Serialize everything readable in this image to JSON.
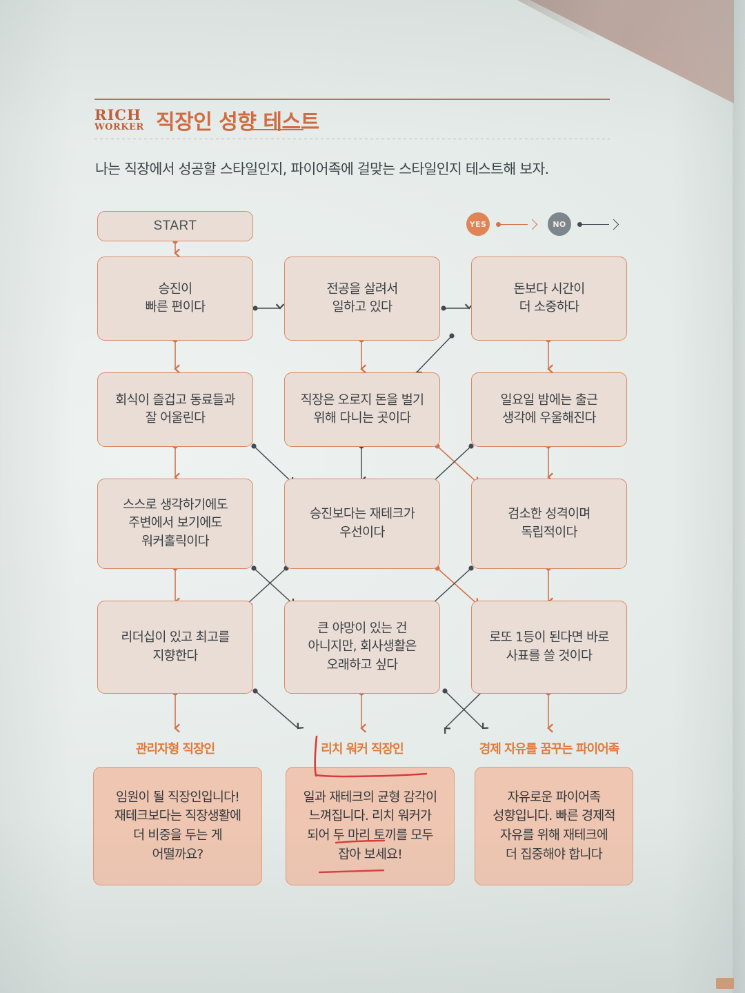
{
  "page": {
    "background_color": "#e6ecea",
    "accent_color": "#d06a3e",
    "node_fill": "#eaddd6",
    "node_border": "#d98a68",
    "result_fill": "#efc6b1",
    "yes_color": "#d4724c",
    "no_color": "#434b50",
    "ink_color": "#d83a3a"
  },
  "header": {
    "brand_line1": "RICH",
    "brand_line2": "WORKER",
    "title": "직장인 성향 테스트",
    "subtitle": "나는 직장에서 성공할 스타일인지, 파이어족에 걸맞는 스타일인지 테스트해 보자."
  },
  "legend": {
    "yes": {
      "badge": "YES",
      "meaning": "예 (orange arrow)"
    },
    "no": {
      "badge": "NO",
      "meaning": "아니오 (dark arrow)"
    }
  },
  "flow": {
    "start": {
      "label": "START"
    },
    "rows": [
      {
        "row": 1,
        "nodes": [
          {
            "id": "q1",
            "text": "승진이\n빠른 편이다",
            "line1": "승진이",
            "line2": "빠른 편이다"
          },
          {
            "id": "q2",
            "text": "전공을 살려서\n일하고 있다",
            "line1": "전공을 살려서",
            "line2": "일하고 있다"
          },
          {
            "id": "q3",
            "text": "돈보다 시간이\n더 소중하다",
            "line1": "돈보다 시간이",
            "line2": "더 소중하다"
          }
        ]
      },
      {
        "row": 2,
        "nodes": [
          {
            "id": "q4",
            "text": "회식이 즐겁고 동료들과\n잘 어울린다",
            "line1": "회식이 즐겁고 동료들과",
            "line2": "잘 어울린다"
          },
          {
            "id": "q5",
            "text": "직장은 오로지 돈을 벌기\n위해 다니는 곳이다",
            "line1": "직장은 오로지 돈을 벌기",
            "line2": "위해 다니는 곳이다"
          },
          {
            "id": "q6",
            "text": "일요일 밤에는 출근\n생각에 우울해진다",
            "line1": "일요일 밤에는 출근",
            "line2": "생각에 우울해진다"
          }
        ]
      },
      {
        "row": 3,
        "nodes": [
          {
            "id": "q7",
            "text": "스스로 생각하기에도\n주변에서 보기에도\n워커홀릭이다",
            "line1": "스스로 생각하기에도",
            "line2": "주변에서 보기에도",
            "line3": "워커홀릭이다"
          },
          {
            "id": "q8",
            "text": "승진보다는 재테크가\n우선이다",
            "line1": "승진보다는 재테크가",
            "line2": "우선이다"
          },
          {
            "id": "q9",
            "text": "검소한 성격이며\n독립적이다",
            "line1": "검소한 성격이며",
            "line2": "독립적이다"
          }
        ]
      },
      {
        "row": 4,
        "nodes": [
          {
            "id": "q10",
            "text": "리더십이 있고 최고를\n지향한다",
            "line1": "리더십이 있고 최고를",
            "line2": "지향한다"
          },
          {
            "id": "q11",
            "text": "큰 야망이 있는 건\n아니지만, 회사생활은\n오래하고 싶다",
            "line1": "큰 야망이 있는 건",
            "line2": "아니지만, 회사생활은",
            "line3": "오래하고 싶다"
          },
          {
            "id": "q12",
            "text": "로또 1등이 된다면 바로\n사표를 쓸 것이다",
            "line1": "로또 1등이 된다면 바로",
            "line2": "사표를 쓸 것이다"
          }
        ]
      }
    ],
    "results": [
      {
        "id": "r1",
        "title": "관리자형 직장인",
        "line1": "임원이 될 직장인입니다!",
        "line2": "재테크보다는 직장생활에",
        "line3": "더 비중을 두는 게",
        "line4": "어떨까요?"
      },
      {
        "id": "r2",
        "title": "리치 워커 직장인",
        "line1": "일과 재테크의 균형 감각이",
        "line2": "느껴집니다. 리치 워커가",
        "line3": "되어 두 마리 토끼를 모두",
        "line4": "잡아 보세요!"
      },
      {
        "id": "r3",
        "title": "경제 자유를 꿈꾸는 파이어족",
        "line1": "자유로운 파이어족",
        "line2": "성향입니다. 빠른 경제적",
        "line3": "자유를 위해 재테크에",
        "line4": "더 집중해야 합니다"
      }
    ]
  },
  "annotations": {
    "ink_color": "#d83a3a",
    "marks": [
      {
        "name": "bracket-around-rich-worker-title",
        "note": "red L-shaped bracket drawn left of 리치 워커 직장인"
      },
      {
        "name": "underline-mari",
        "note": "red underline under 마리 토끼를"
      },
      {
        "name": "underline-japa-boseyo",
        "note": "red underline under 잡아 보세요"
      }
    ]
  }
}
